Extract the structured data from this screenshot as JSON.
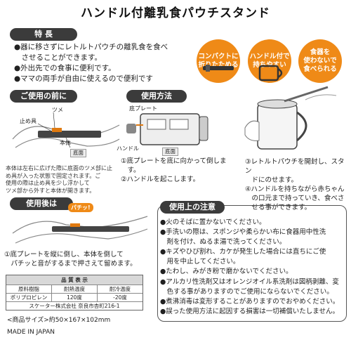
{
  "title": "ハンドル付離乳食パウチスタンド",
  "features": {
    "header": "特 長",
    "lines": [
      "●器に移さずにレトルトパウチの離乳食を食べ",
      "　させることができます。",
      "●外出先での食事に便利です。",
      "●ママの両手が自由に使えるので便利です"
    ]
  },
  "badges": [
    {
      "line1": "コンパクトに",
      "line2": "折りたためる"
    },
    {
      "line1": "ハンドル付で",
      "line2": "持ちやすい"
    },
    {
      "line1": "食器を",
      "line2": "使わないで",
      "line3": "食べられる"
    }
  ],
  "before_use": {
    "header": "ご使用の前に",
    "labels": {
      "tsume": "ツメ",
      "tomegu": "止め具",
      "hontai": "本体",
      "teimen": "底面"
    },
    "note": [
      "本体は左右に広げた際に底面のツメ部に止",
      "め具が入った状態で固定されます。ご",
      "使用の際は止め具を少し浮かして",
      "ツメ部から外すと本体が開きます。"
    ]
  },
  "how_to_use": {
    "header": "使用方法",
    "labels": {
      "soko_plate": "底プレート",
      "handle": "ハンドル",
      "teimen": "底面"
    },
    "steps_left": [
      "①底プレートを底に向かって倒しま",
      "　す。",
      "②ハンドルを起こします。"
    ],
    "steps_right": [
      "③レトルトパウチを開封し、スタン",
      "　ドにのせます。",
      "④ハンドルを持ちながら赤ちゃん",
      "　の口元まで持っていき、食べさ",
      "　せる事ができます。"
    ]
  },
  "after_use": {
    "header": "使用後は",
    "pachi": "パチッ!",
    "steps": [
      "①底プレートを縦に倒し、本体を倒して",
      "　パチッと音がするまで押さえて留めます。"
    ]
  },
  "quality": {
    "header": "品 質 表 示",
    "columns": [
      "原料樹脂",
      "耐熱温度",
      "耐冷温度"
    ],
    "values": [
      "ポリプロピレン",
      "120度",
      "-20度"
    ],
    "maker": "スケーター株式会社 奈良市杏町216-1"
  },
  "size": "<商品サイズ>約50×167×102mm",
  "origin": "MADE IN JAPAN",
  "cautions": {
    "header": "使用上の注意",
    "lines": [
      "●火のそばに置かないでください。",
      "●手洗いの際は、スポンジや柔らかい布に食器用中性洗",
      "　剤を付け、ぬるま湯で洗ってください。",
      "●キズやひび割れ、カケが発生した場合には直ちにご使",
      "　用を中止してください。",
      "●たわし、みがき粉で磨かないでください。",
      "●アルカリ性洗剤又はオレンジオイル系洗剤は図柄剥離、変",
      "　色する事がありますのでご使用にならないでください。",
      "●煮沸消毒は変形することがありますのでおやめください。",
      "●誤った使用方法に起因する損害は一切補償いたしません。"
    ]
  },
  "colors": {
    "accent": "#ef8a17",
    "header_bg": "#3b3b3b"
  }
}
